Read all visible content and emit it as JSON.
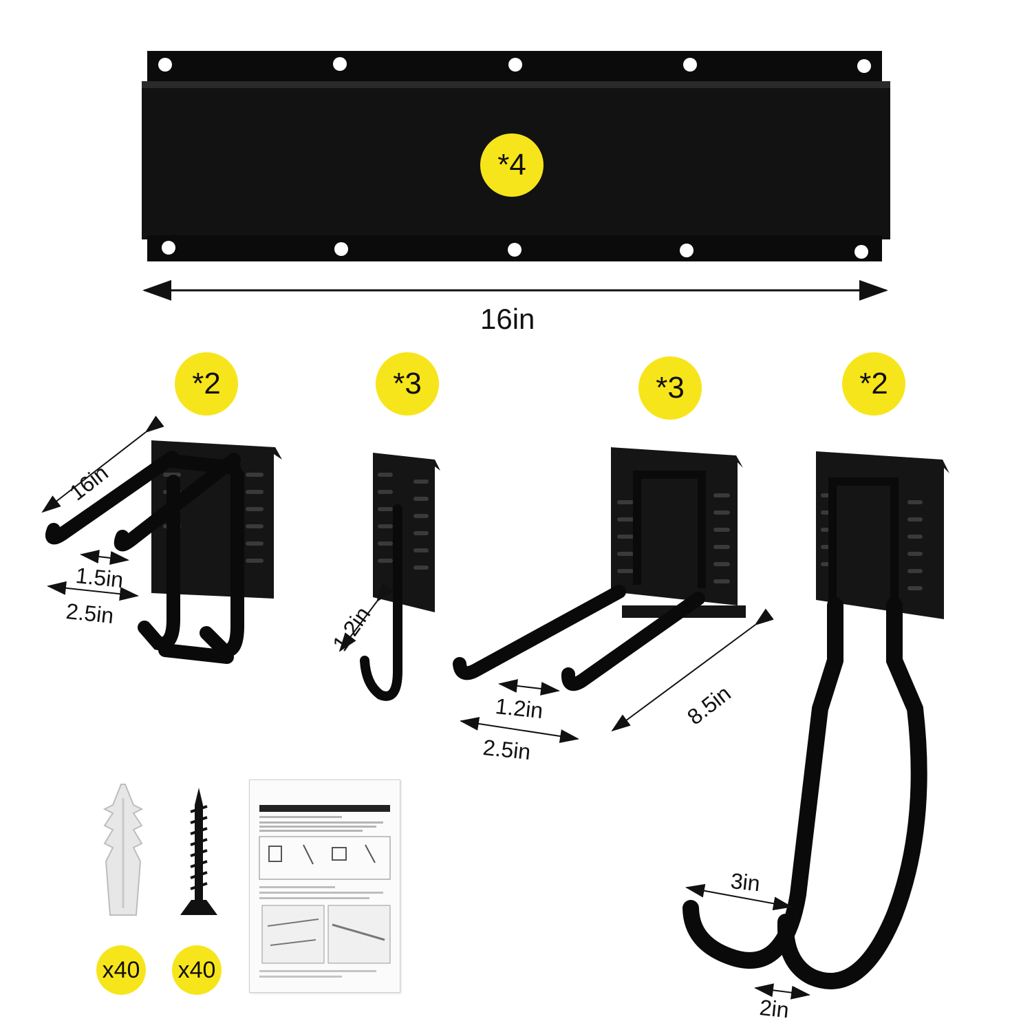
{
  "colors": {
    "badge": "#f7e51b",
    "metal": "#0d0d0d",
    "background": "#ffffff"
  },
  "rail": {
    "quantity": "*4",
    "length": "16in"
  },
  "hooks": [
    {
      "quantity": "*2",
      "dims": [
        "16in",
        "1.5in",
        "2.5in"
      ]
    },
    {
      "quantity": "*3",
      "dims": [
        "1.2in"
      ]
    },
    {
      "quantity": "*3",
      "dims": [
        "1.2in",
        "2.5in",
        "8.5in"
      ]
    },
    {
      "quantity": "*2",
      "dims": [
        "3in",
        "2in"
      ]
    }
  ],
  "accessories": {
    "anchor": {
      "quantity": "x40",
      "icon": "wall-anchor-icon"
    },
    "screw": {
      "quantity": "x40",
      "icon": "screw-icon"
    },
    "manual": {
      "icon": "instruction-manual-icon"
    }
  }
}
